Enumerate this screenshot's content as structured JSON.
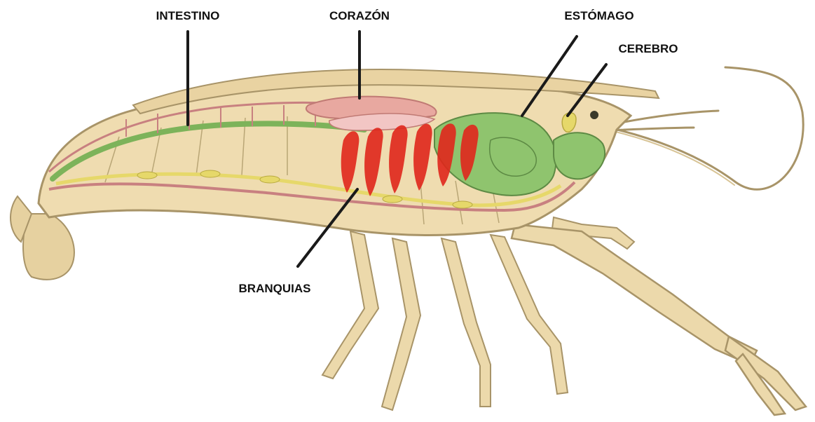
{
  "labels": {
    "intestino": "INTESTINO",
    "corazon": "CORAZÓN",
    "estomago": "ESTÓMAGO",
    "cerebro": "CEREBRO",
    "branquias": "BRANQUIAS"
  },
  "colors": {
    "body": "#efdcb0",
    "body_outline": "#a89468",
    "intestine": "#7db35a",
    "heart": "#e8a8a0",
    "stomach": "#8fc46e",
    "gills": "#e0271c",
    "nerve_cord": "#e6d86a",
    "vessel": "#c88080"
  }
}
